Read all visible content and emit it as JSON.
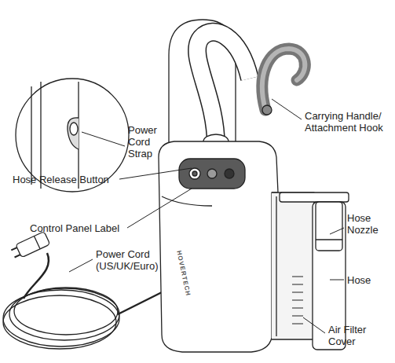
{
  "diagram": {
    "labels": [
      "Power Cord Strap",
      "Carrying Handle/ Attachment Hook",
      "Hose Release Button",
      "Control Panel Label",
      "Hose Nozzle",
      "Power Cord (US/UK/Euro)",
      "HOVERTECH",
      "Hose",
      "Air Filter Cover"
    ]
  }
}
